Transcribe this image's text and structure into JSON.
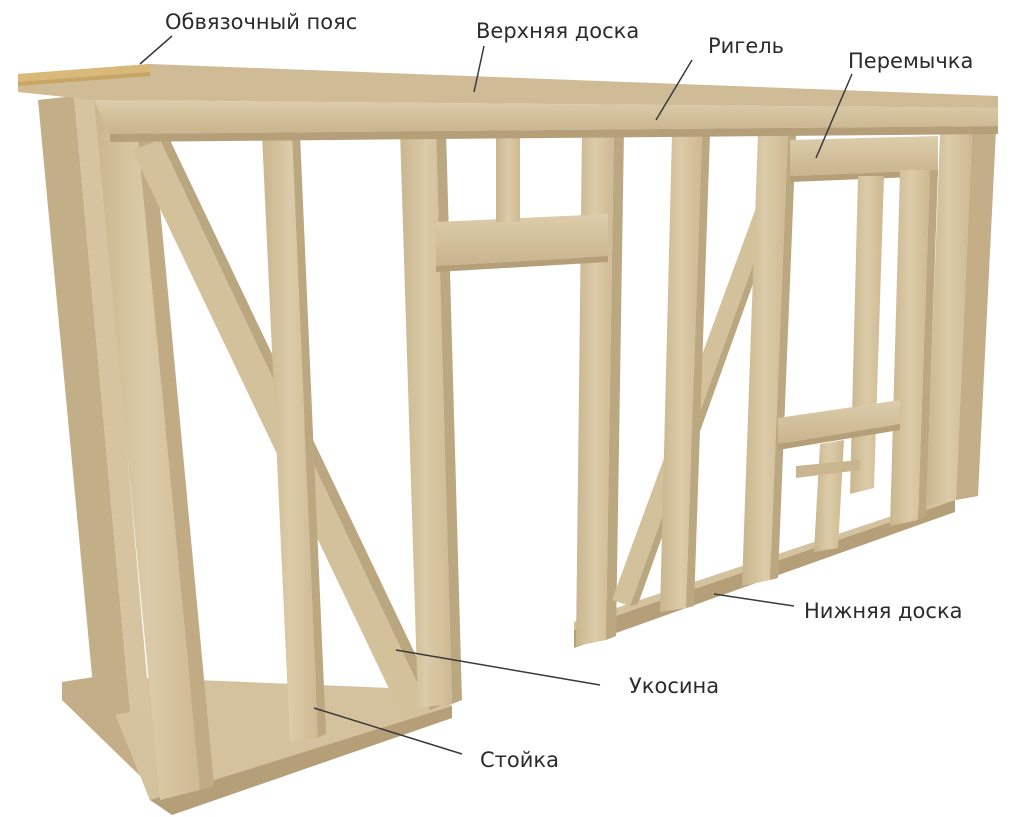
{
  "labels": {
    "top_plate": "Обвязочный пояс",
    "upper_board": "Верхняя доска",
    "crossbar": "Ригель",
    "header": "Перемычка",
    "bottom_board": "Нижняя доска",
    "brace": "Укосина",
    "stud": "Стойка"
  },
  "colors": {
    "wood_front": "#d9c8a4",
    "wood_side": "#c4b089",
    "wood_dark": "#b09b74",
    "plate_top": "#d8b97a",
    "leader": "#3a3a3a"
  }
}
